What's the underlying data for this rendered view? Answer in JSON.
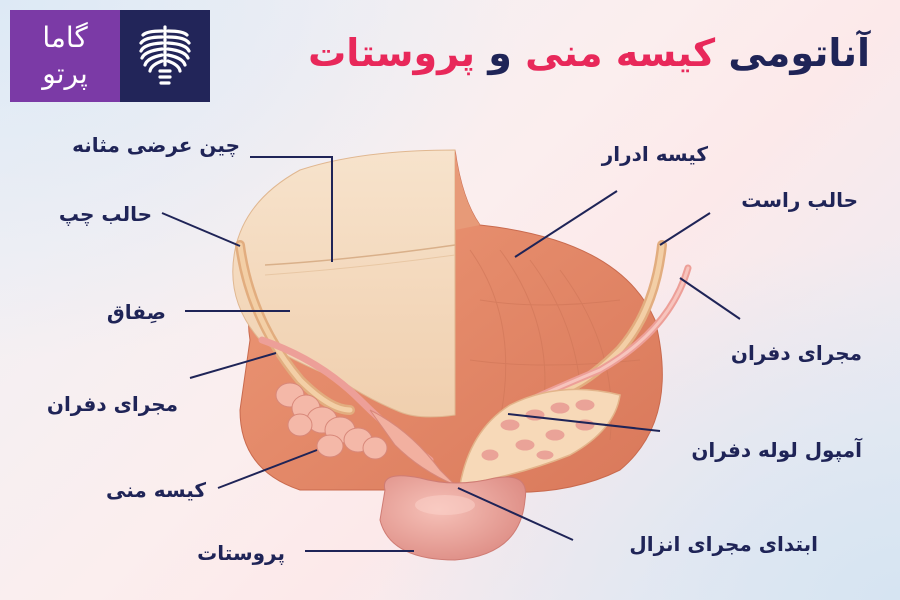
{
  "logo": {
    "line1": "گاما",
    "line2": "پرتو",
    "icon": "ribcage-icon",
    "colors": {
      "text_bg": "#7b3aa6",
      "icon_bg": "#222559"
    }
  },
  "title": {
    "part1": "آناتومی",
    "part2": "کیسه منی",
    "part3": "و",
    "part4": "پروستات",
    "colors": {
      "dark": "#1f2457",
      "accent": "#e8285a"
    }
  },
  "labels": {
    "left": [
      {
        "id": "transverse-vesical-fold",
        "text": "چین عرضی مثانه"
      },
      {
        "id": "left-ureter",
        "text": "حالب چپ"
      },
      {
        "id": "peritoneum",
        "text": "صِفاق"
      },
      {
        "id": "left-vas-deferens",
        "text": "مجرای دفران"
      },
      {
        "id": "seminal-vesicle",
        "text": "کیسه منی"
      },
      {
        "id": "prostate",
        "text": "پروستات"
      }
    ],
    "right": [
      {
        "id": "bladder",
        "text": "کیسه ادرار"
      },
      {
        "id": "right-ureter",
        "text": "حالب راست"
      },
      {
        "id": "right-vas-deferens",
        "text": "مجرای دفران"
      },
      {
        "id": "ampulla",
        "text": "آمپول لوله دفران"
      },
      {
        "id": "ejaculatory-duct",
        "text": "ابتدای مجرای انزال"
      }
    ]
  },
  "colors": {
    "leader_line": "#1f2457",
    "peritoneum": "#f3d6b8",
    "bladder_muscle": "#e58a6a",
    "ureter": "#e8b88a",
    "vas_deferens": "#f0a8a0",
    "seminal_vesicle": "#f2b2a6",
    "prostate": "#e9958f"
  }
}
